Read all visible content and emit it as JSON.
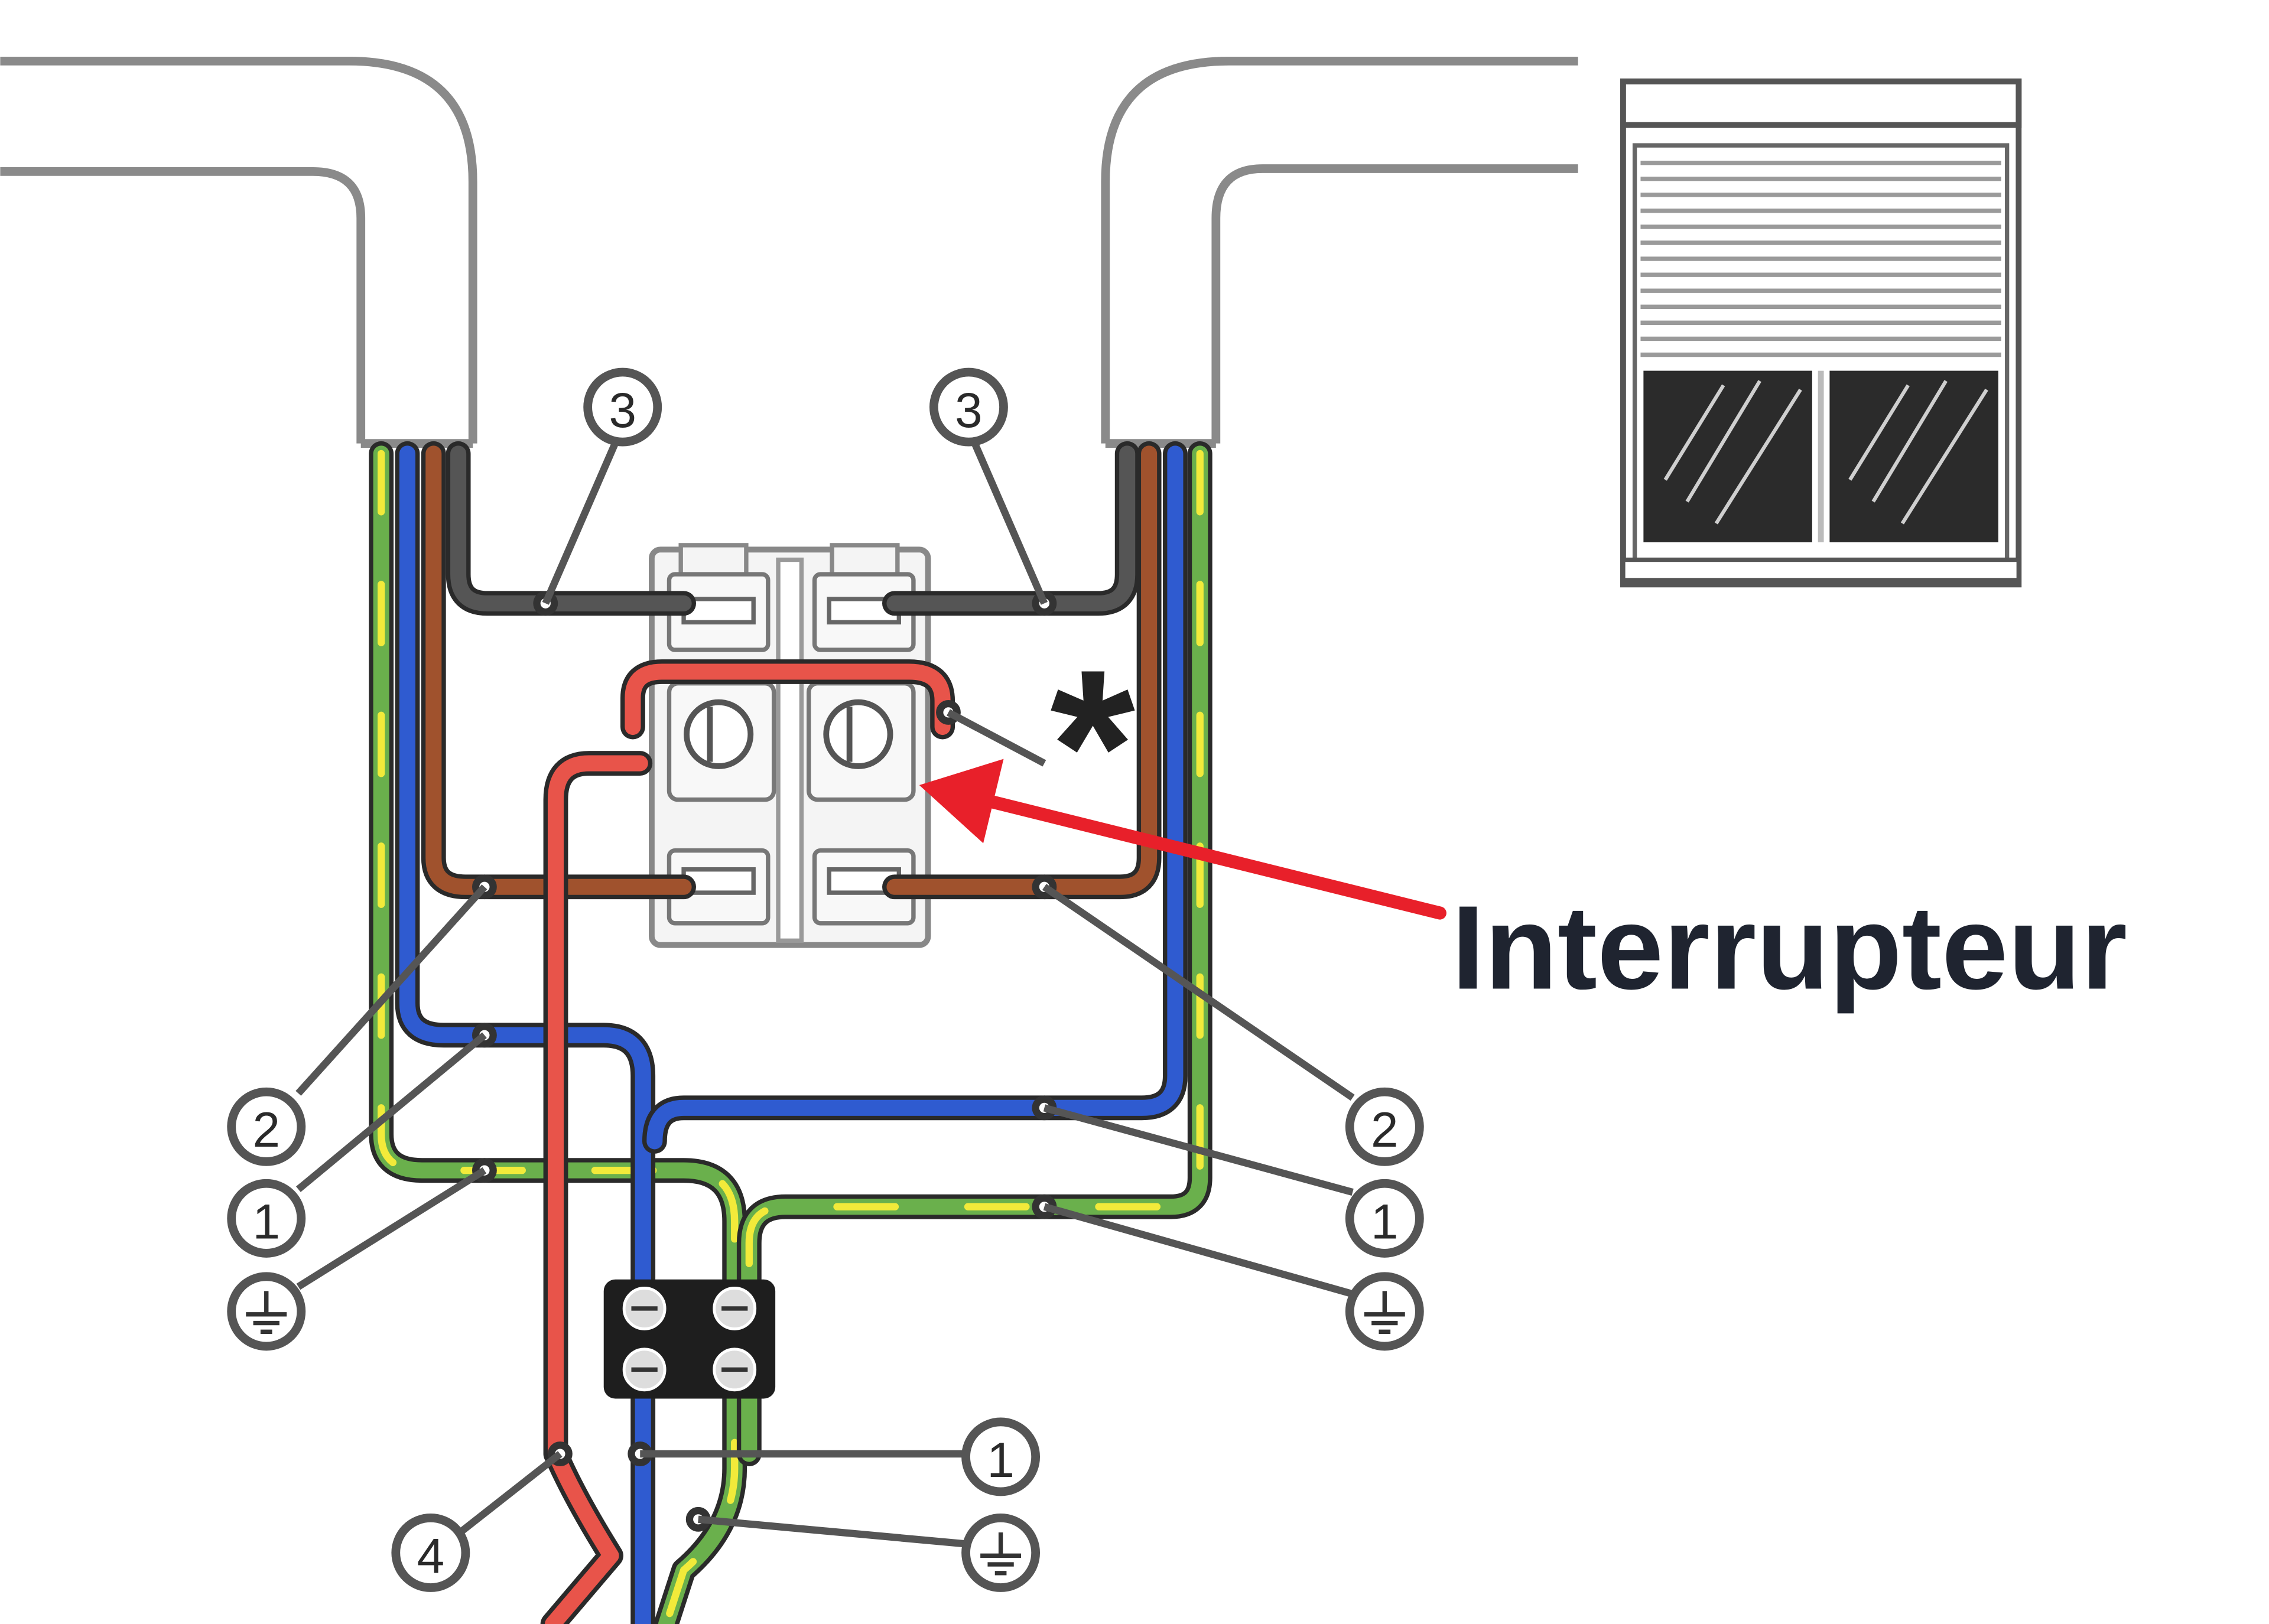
{
  "diagram": {
    "title": "Interrupteur",
    "asterisk": "*",
    "labels": {
      "l3_left": "3",
      "l3_right": "3",
      "l2_left": "2",
      "l2_right": "2",
      "l1_left": "1",
      "l1_right": "1",
      "l1_bottom": "1",
      "l4_bottom": "4"
    },
    "ground_symbol_names": [
      "ground-left",
      "ground-right",
      "ground-bottom"
    ],
    "colors": {
      "title": "#1f2430",
      "arrow": "#e8202a",
      "wire_red": "#e8544a",
      "wire_blue": "#2f5bd0",
      "wire_brown": "#a0522d",
      "wire_black": "#555555",
      "wire_green": "#6ab04c",
      "wire_yellow": "#f2ea3a"
    },
    "icons": [
      "switch-icon",
      "terminal-block-icon",
      "roller-shutter-icon",
      "ground-icon",
      "arrow-icon"
    ]
  }
}
